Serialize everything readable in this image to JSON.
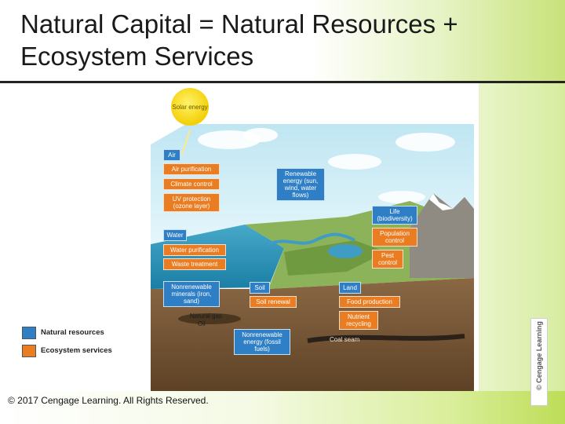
{
  "title": "Natural Capital = Natural Resources + Ecosystem Services",
  "copyright": "© 2017 Cengage Learning. All Rights Reserved.",
  "credit": "© Cengage Learning",
  "colors": {
    "natural_resources": "#2f7fc6",
    "ecosystem_services": "#ea7d21",
    "sun": "#f3cf06"
  },
  "diagram": {
    "sun_label": "Solar energy",
    "labels": {
      "air": "Air",
      "air_purification": "Air purification",
      "climate_control": "Climate control",
      "uv_protection": "UV protection (ozone layer)",
      "water": "Water",
      "water_purification": "Water purification",
      "waste_treatment": "Waste treatment",
      "nonrenewable_minerals": "Nonrenewable minerals (iron, sand)",
      "renewable_energy": "Renewable energy (sun, wind, water flows)",
      "life": "Life (biodiversity)",
      "population_control": "Population control",
      "pest_control": "Pest control",
      "soil": "Soil",
      "soil_renewal": "Soil renewal",
      "land": "Land",
      "food_production": "Food production",
      "nutrient_recycling": "Nutrient recycling",
      "nonrenewable_energy": "Nonrenewable energy (fossil fuels)",
      "natural_gas": "Natural gas",
      "oil": "Oil",
      "coal_seam": "Coal seam"
    },
    "legend": [
      {
        "label": "Natural resources",
        "color": "#2f7fc6"
      },
      {
        "label": "Ecosystem services",
        "color": "#ea7d21"
      }
    ]
  }
}
